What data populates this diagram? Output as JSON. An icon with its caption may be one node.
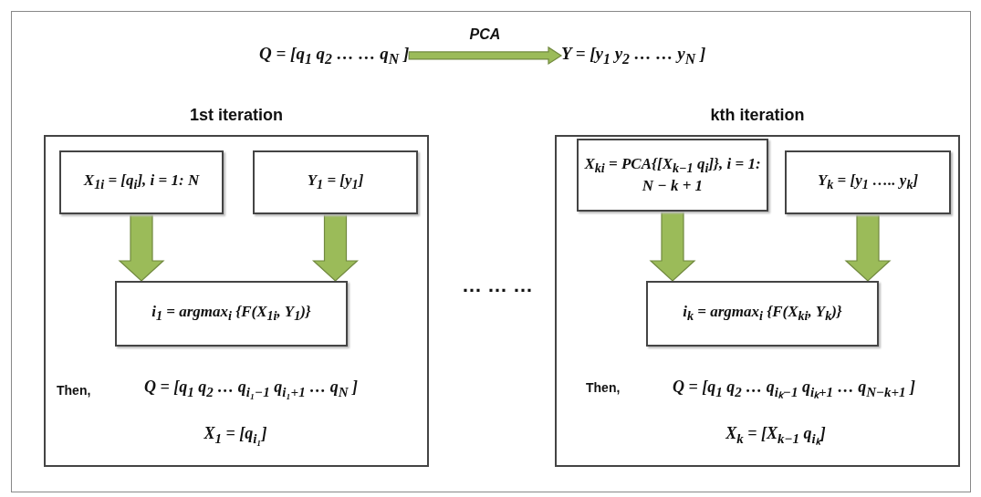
{
  "diagram": {
    "nodes": [
      {
        "text": [
          "Q = [q$_{1}$ q$_{2}$ … … q$_{N}$ ]"
        ]
      },
      {
        "text": [
          "Y = [y$_{1}$ y$_{2}$ … … y$_{N}$ ]"
        ]
      },
      {
        "text": [
          "1st iteration"
        ]
      },
      {
        "text": [
          "X$_{1i}$ = [q$_{i}$], i = 1: N"
        ],
        "in": 2
      },
      {
        "text": [
          "Y$_{1}$ = [y$_{1}$]"
        ],
        "in": 2
      },
      {
        "text": [
          "*i*$_{1}$ = argmax$_{i}$ {*F*(*X*$_{1i}$, *Y*$_{1}$)}"
        ],
        "in": 2
      },
      {
        "text": [
          "kth iteration"
        ]
      },
      {
        "text": [
          "X$_{ki}$ = PCA{[X$_{k−1}$ q$_{i}$]}, i = 1: N − k + 1"
        ],
        "in": 6
      },
      {
        "text": [
          "Y$_{k}$ = [y$_{1}$ ….. y$_{k}$]"
        ],
        "in": 6
      },
      {
        "text": [
          "*i*$_{k}$ = argmax$_{i}$ {*F*(*X*$_{ki}$, *Y*$_{k}$)}"
        ],
        "in": 6
      }
    ],
    "edges": [
      {
        "from": 0,
        "to": 1,
        "arrow": "to",
        "label": "PCA"
      },
      {
        "from": 3,
        "to": 5,
        "arrow": "to"
      },
      {
        "from": 4,
        "to": 5,
        "arrow": "to"
      },
      {
        "from": 7,
        "to": 9,
        "arrow": "to"
      },
      {
        "from": 8,
        "to": 9,
        "arrow": "to"
      }
    ],
    "labels": [
      "Then,",
      "Q = [q$_{1}$ q$_{2}$ … q$_{i₁−1}$  q$_{i₁+1}$ … q$_{N}$ ]",
      "X$_{1}$ = [q$_{i₁}$]",
      "… … …",
      "Then,",
      "Q = [q$_{1}$ q$_{2}$ … q$_{iₖ−1}$  q$_{iₖ+1}$ … q$_{N−k+1}$ ]",
      "X$_{k}$ = [X$_{k−1}$ q$_{iₖ}$]"
    ]
  }
}
